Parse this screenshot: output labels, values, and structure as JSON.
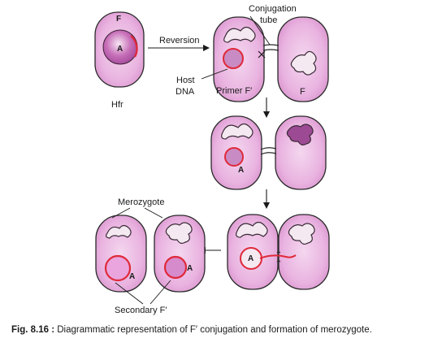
{
  "labels": {
    "f_top": "F",
    "a_hfr": "A",
    "hfr": "Hfr",
    "reversion": "Reversion",
    "conjugation_line1": "Conjugation",
    "conjugation_line2": "tube",
    "host_line1": "Host",
    "host_line2": "DNA",
    "primer": "Primer F′",
    "f_recipient": "F",
    "a_stage2": "A",
    "merozygote": "Merozygote",
    "a_left_final": "A",
    "a_right_final": "A",
    "a_stage3": "A",
    "secondary": "Secondary F′"
  },
  "caption": {
    "prefix": "Fig. 8.16 :",
    "text": " Diagrammatic representation of F′ conjugation and formation of merozygote."
  },
  "colors": {
    "cell_fill": "#eab6e3",
    "cell_stroke": "#2a2a2a",
    "plasmid_ring": "#e0293a",
    "dna_fill": "#f4e8f1",
    "nucleoid_fill": "#a7549a"
  }
}
